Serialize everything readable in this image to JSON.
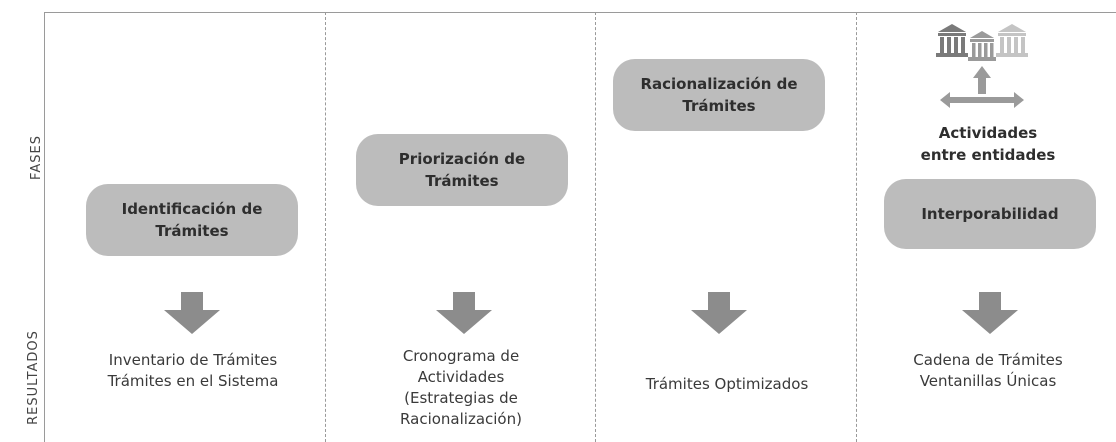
{
  "axis_labels": {
    "phases": "FASES",
    "results": "RESULTADOS"
  },
  "columns": [
    {
      "phase": "Identificación de Trámites",
      "result_lines": [
        "Inventario de Trámites",
        "Trámites en el Sistema"
      ]
    },
    {
      "phase": "Priorización de Trámites",
      "result_lines": [
        "Cronograma de",
        "Actividades",
        "(Estrategias de",
        "Racionalización)"
      ]
    },
    {
      "phase": "Racionalización de Trámites",
      "result_lines": [
        "Trámites Optimizados"
      ]
    },
    {
      "phase": "Interporabilidad",
      "caption_lines": [
        "Actividades",
        "entre entidades"
      ],
      "result_lines": [
        "Cadena de Trámites",
        "Ventanillas Únicas"
      ]
    }
  ],
  "colors": {
    "phase_box": "#bcbcbc",
    "arrow": "#8c8c8c",
    "frame": "#9a9a9a",
    "text": "#3a3a3a"
  },
  "icons": [
    "arrow-down-icon",
    "government-buildings-icon",
    "bidirectional-arrow-icon"
  ]
}
